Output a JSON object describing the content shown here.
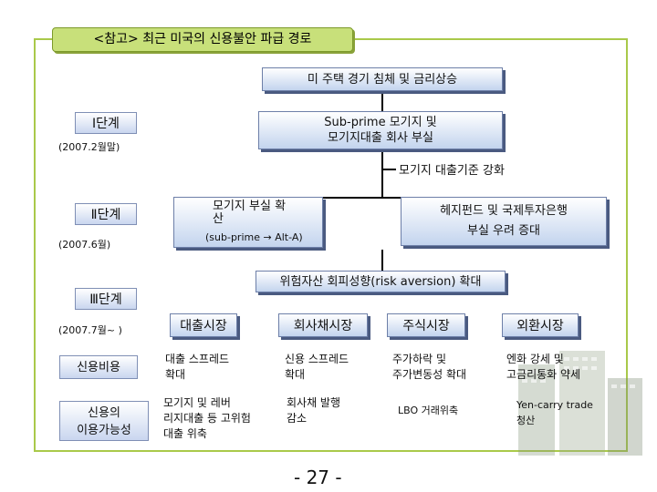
{
  "title": "<참고> 최근 미국의 신용불안 파급 경로",
  "top_event": "미 주택 경기 침체 및 금리상승",
  "stages": [
    {
      "label": "Ⅰ단계",
      "date": "(2007.2월말)"
    },
    {
      "label": "Ⅱ단계",
      "date": "(2007.6월)"
    },
    {
      "label": "Ⅲ단계",
      "date": "(2007.7월~ )"
    }
  ],
  "subprime_box": [
    "Sub-prime 모기지 및",
    "모기지대출 회사 부실"
  ],
  "tightening": "모기지 대출기준 강화",
  "mortgage_box": {
    "line1": "모기지 부실 확",
    "line2": "산",
    "sub": "(sub-prime → Alt-A)"
  },
  "hedge_box": [
    "헤지펀드 및 국제투자은행",
    "부실 우려 증대"
  ],
  "risk_box": "위험자산 회피성향(risk aversion) 확대",
  "markets": [
    "대출시장",
    "회사채시장",
    "주식시장",
    "외환시장"
  ],
  "rows": [
    {
      "label": "신용비용",
      "cells": [
        [
          "대출 스프레드",
          "확대"
        ],
        [
          "신용 스프레드",
          "확대"
        ],
        [
          "주가하락 및",
          "주가변동성 확대"
        ],
        [
          "엔화 강세 및",
          "고금리통화 약세"
        ]
      ]
    },
    {
      "label": [
        "신용의",
        "이용가능성"
      ],
      "cells": [
        [
          "모기지 및 레버",
          "리지대출 등 고위험",
          "대출 위축"
        ],
        [
          "회사채 발행",
          "감소"
        ],
        [
          "LBO 거래위축"
        ],
        [
          "Yen-carry trade",
          "청산"
        ]
      ]
    }
  ],
  "page_number": "- 27 -"
}
